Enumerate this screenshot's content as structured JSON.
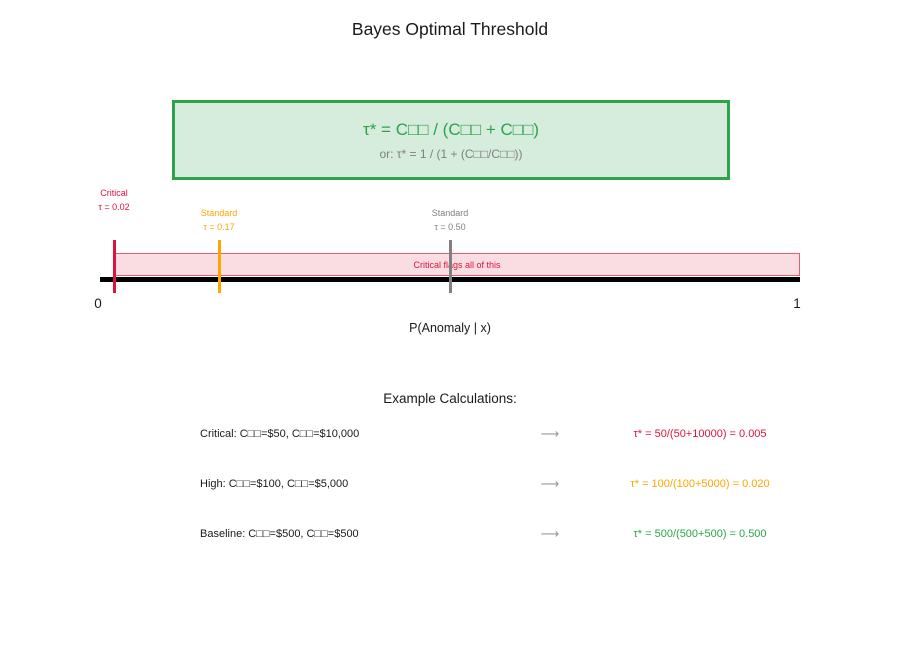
{
  "title": "Bayes Optimal Threshold",
  "formula_box": {
    "main": "τ* = C□□ / (C□□ + C□□)",
    "alt": "or: τ* = 1 / (1 + (C□□/C□□))",
    "border_color": "#2da44b",
    "fill_color": "#d6ecdd",
    "main_text_color": "#2da44b",
    "alt_text_color": "#7f7f7f"
  },
  "number_line": {
    "xlabel": "P(Anomaly | x)",
    "tick_min": "0",
    "tick_max": "1",
    "axis_color": "#000000",
    "band": {
      "label": "Critical flags all of this",
      "from": 0.02,
      "to": 1.0,
      "fill_color": "#f9dde2",
      "border_color": "#e4606d",
      "text_color": "#dc143c"
    },
    "markers": [
      {
        "name": "Critical",
        "tau_label": "τ = 0.02",
        "value": 0.02,
        "color": "#dc143c"
      },
      {
        "name": "Standard",
        "tau_label": "τ = 0.17",
        "value": 0.17,
        "color": "#ffa500"
      },
      {
        "name": "Standard",
        "tau_label": "τ = 0.50",
        "value": 0.5,
        "color": "#808080"
      }
    ]
  },
  "examples": {
    "heading": "Example Calculations:",
    "arrow": "⟶",
    "arrow_color": "#959aa1",
    "rows": [
      {
        "left": "Critical: C□□=$50, C□□=$10,000",
        "result": "τ* = 50/(50+10000) = 0.005",
        "color": "#dc143c"
      },
      {
        "left": "High: C□□=$100, C□□=$5,000",
        "result": "τ* = 100/(100+5000) = 0.020",
        "color": "#ffa500"
      },
      {
        "left": "Baseline: C□□=$500, C□□=$500",
        "result": "τ* = 500/(500+500) = 0.500",
        "color": "#2da44b"
      }
    ]
  }
}
